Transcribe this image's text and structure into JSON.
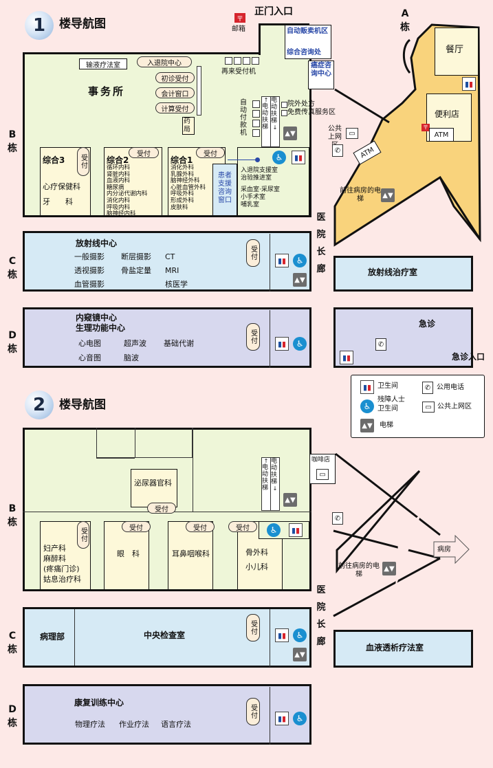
{
  "floor1": {
    "number": "1",
    "title": "楼导航图",
    "main_entrance": "正门入口",
    "mailbox": "邮箱",
    "vending": "自动贩卖机区",
    "info_desk": "综合咨询处",
    "cancer_center": "癌症咨询中心",
    "building_a": "A栋",
    "restaurant": "餐厅",
    "convenience_store": "便利店",
    "atm": "ATM",
    "internet_area": "公共上网区",
    "to_ward_elevator": "前往病房的电梯",
    "corridor": "医院长廊",
    "b_wing": {
      "label": "B栋",
      "infusion": "输液疗法室",
      "admission_center": "入退院中心",
      "first_visit": "初诊受付",
      "accounting": "会计窗口",
      "payment": "计算受付",
      "pharmacy": "药局",
      "office": "事务所",
      "reentry_machine": "再来受付机",
      "auto_pay": "自动付款机",
      "escalator_up": "电动扶梯",
      "escalator_down": "电动扶梯",
      "outside_rx": "院外处方",
      "fax_service": "免费传真服务区",
      "general3": {
        "name": "综合3",
        "depts": [
          "心疗保健科",
          "牙　　科"
        ]
      },
      "general2": {
        "name": "综合2",
        "depts": [
          "循环内科",
          "肾脏内科",
          "血液内科",
          "糖尿病",
          "内分泌代谢内科",
          "消化内科",
          "呼吸内科",
          "脑神经内科"
        ]
      },
      "general1": {
        "name": "综合1",
        "depts": [
          "消化外科",
          "乳腺外科",
          "脑神经外科",
          "心脏血管外科",
          "呼吸外科",
          "形成外科",
          "皮肤科"
        ]
      },
      "patient_support": "患者支援咨询窗口",
      "support_rooms": [
        "入退院支援室",
        "治验推进室",
        "采血室·采尿室",
        "小手术室",
        "哺乳室"
      ],
      "reception": "受付"
    },
    "c_wing": {
      "label": "C栋",
      "name": "放射线中心",
      "items": [
        "一般摄影",
        "断层摄影",
        "CT",
        "透视摄影",
        "骨盐定量",
        "MRI",
        "血管摄影",
        "核医学"
      ],
      "reception": "受付",
      "radiotherapy": "放射线治疗室"
    },
    "d_wing": {
      "label": "D栋",
      "name_line1": "内窥镜中心",
      "name_line2": "生理功能中心",
      "items": [
        "心电图",
        "超声波",
        "基础代谢",
        "心音图",
        "脑波"
      ],
      "reception": "受付",
      "emergency": "急诊",
      "emergency_entrance": "急诊入口"
    }
  },
  "legend": {
    "toilet": "卫生间",
    "accessible_toilet": "残障人士卫生间",
    "elevator": "电梯",
    "payphone": "公用电话",
    "internet": "公共上网区"
  },
  "floor2": {
    "number": "2",
    "title": "楼导航图",
    "cafe": "咖啡店",
    "corridor": "医院长廊",
    "ward": "病房",
    "to_ward_elevator": "前往病房的电梯",
    "b_wing": {
      "label": "B栋",
      "urology": "泌尿器官科",
      "reception": "受付",
      "obgyn": [
        "妇产科",
        "麻醉科",
        "(疼痛门诊)",
        "姑息治疗科"
      ],
      "eye": "眼　科",
      "ent": "耳鼻咽喉科",
      "ortho": "骨外科",
      "pediatrics": "小儿科",
      "escalator": "电动扶梯"
    },
    "c_wing": {
      "label": "C栋",
      "pathology": "病理部",
      "central_lab": "中央检查室",
      "reception": "受付",
      "dialysis": "血液透析疗法室"
    },
    "d_wing": {
      "label": "D栋",
      "name": "康复训练中心",
      "items": [
        "物理疗法",
        "作业疗法",
        "语言疗法"
      ],
      "reception": "受付"
    }
  }
}
